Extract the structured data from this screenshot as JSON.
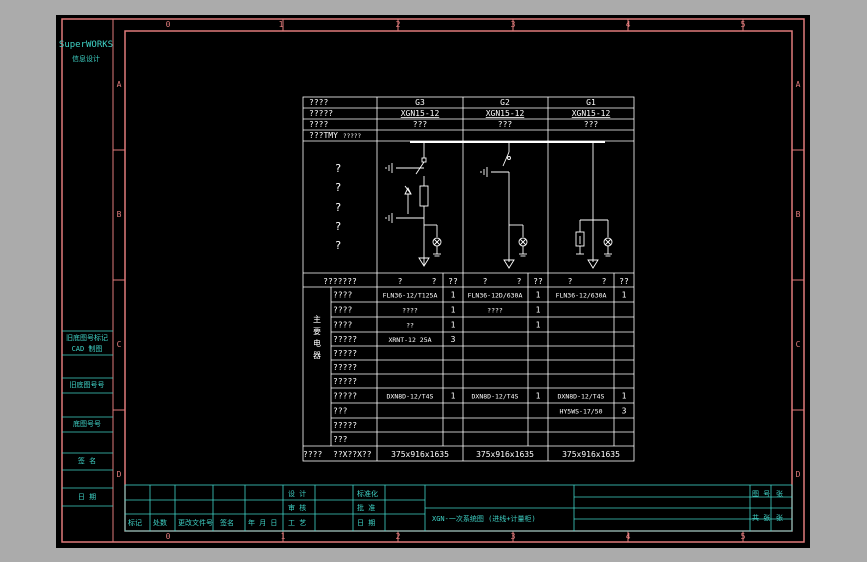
{
  "colors": {
    "background": "#ababab",
    "paper": "#000000",
    "border": "#e07a7a",
    "cyan": "#3fd3c7",
    "white": "#ffffff"
  },
  "ruler": {
    "columns": [
      "0",
      "1",
      "2",
      "3",
      "4",
      "5"
    ],
    "rows": [
      "A",
      "B",
      "C",
      "D"
    ]
  },
  "left_strip": {
    "logo_top": "SuperWORKS",
    "logo_bottom": "信息设计",
    "fields": [
      "旧底图号标记",
      "CAD 制图",
      "旧底图号号",
      "底图号号",
      "签 名",
      "日 期"
    ]
  },
  "panel": {
    "header_rows": [
      "????",
      "?????",
      "????",
      "???TMY"
    ],
    "columns": [
      {
        "id": "G3",
        "model": "XGN15-12",
        "sub": "???"
      },
      {
        "id": "G2",
        "model": "XGN15-12",
        "sub": "???"
      },
      {
        "id": "G1",
        "model": "XGN15-12",
        "sub": "???"
      }
    ],
    "tmy_value": "?????",
    "scheme_chars": [
      "?",
      "?",
      "?",
      "?",
      "?"
    ],
    "device_header": {
      "label": "???????",
      "col_a": "?",
      "col_b": "?",
      "qty": "??"
    },
    "side_label": [
      "主",
      "要",
      "电",
      "器"
    ],
    "rows": [
      {
        "label": "????",
        "c1": "FLN36-12/T125A",
        "q1": "1",
        "c2": "FLN36-12D/630A",
        "q2": "1",
        "c3": "FLN36-12/630A",
        "q3": "1"
      },
      {
        "label": "????",
        "c1": "????",
        "q1": "1",
        "c2": "????",
        "q2": "1",
        "c3": "",
        "q3": ""
      },
      {
        "label": "????",
        "c1": "??",
        "q1": "1",
        "c2": "",
        "q2": "1",
        "c3": "",
        "q3": ""
      },
      {
        "label": "?????",
        "c1": "XRNT-12 25A",
        "q1": "3",
        "c2": "",
        "q2": "",
        "c3": "",
        "q3": ""
      },
      {
        "label": "?????",
        "c1": "",
        "q1": "",
        "c2": "",
        "q2": "",
        "c3": "",
        "q3": ""
      },
      {
        "label": "?????",
        "c1": "",
        "q1": "",
        "c2": "",
        "q2": "",
        "c3": "",
        "q3": ""
      },
      {
        "label": "?????",
        "c1": "",
        "q1": "",
        "c2": "",
        "q2": "",
        "c3": "",
        "q3": ""
      },
      {
        "label": "?????",
        "c1": "DXN8D-12/T4S",
        "q1": "1",
        "c2": "DXN8D-12/T4S",
        "q2": "1",
        "c3": "DXN8D-12/T4S",
        "q3": "1"
      },
      {
        "label": "???",
        "c1": "",
        "q1": "",
        "c2": "",
        "q2": "",
        "c3": "HY5WS-17/50",
        "q3": "3"
      },
      {
        "label": "?????",
        "c1": "",
        "q1": "",
        "c2": "",
        "q2": "",
        "c3": "",
        "q3": ""
      },
      {
        "label": "???",
        "c1": "",
        "q1": "",
        "c2": "",
        "q2": "",
        "c3": "",
        "q3": ""
      }
    ],
    "footer": {
      "label": "????",
      "dim_label": "??X??X??",
      "dims": [
        "375x916x1635",
        "375x916x1635",
        "375x916x1635"
      ]
    }
  },
  "title_block": {
    "left_labels": [
      "标记",
      "处数",
      "更改文件号",
      "签名",
      "年 月 日"
    ],
    "mid_labels": [
      "设 计",
      "审 核",
      "工 艺"
    ],
    "right_labels": [
      "标准化",
      "批 准",
      "日 期"
    ],
    "drawing_name": "XGN-一次系统图 (进线+计量柜)",
    "corner_labels": [
      "图 号",
      "共 张"
    ],
    "corner_marks": [
      "张",
      "张"
    ]
  }
}
